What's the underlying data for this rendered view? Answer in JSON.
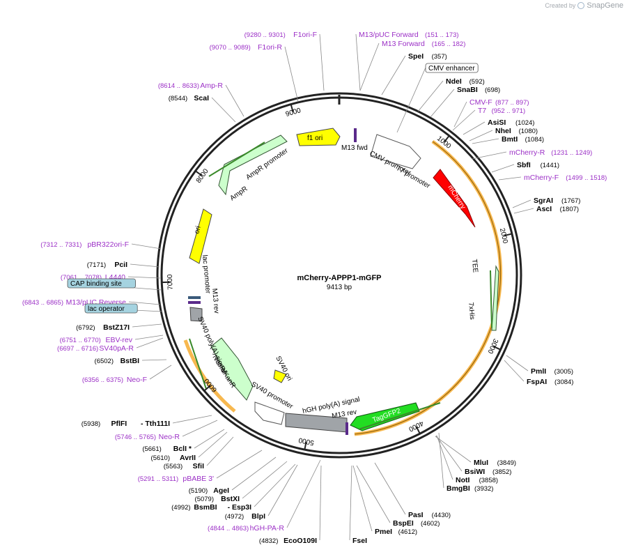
{
  "watermark": {
    "created_by": "Created by",
    "brand": "SnapGene"
  },
  "plasmid": {
    "name": "mCherry-APPP1-mGFP",
    "length": "9413 bp",
    "total_bp": 9413
  },
  "ticks": [
    "1000",
    "2000",
    "3000",
    "4000",
    "5000",
    "6000",
    "7000",
    "8000",
    "9000"
  ],
  "labels": [
    {
      "name": "F1ori-F",
      "range": "(9280 .. 9301)",
      "kind": "primer"
    },
    {
      "name": "F1ori-R",
      "range": "(9070 .. 9089)",
      "kind": "primer"
    },
    {
      "name": "M13/pUC Forward",
      "range": "(151 .. 173)",
      "kind": "primer"
    },
    {
      "name": "M13 Forward",
      "range": "(165 .. 182)",
      "kind": "primer"
    },
    {
      "name": "SpeI",
      "range": "(357)",
      "kind": "site"
    },
    {
      "name": "CMV enhancer",
      "range": "",
      "kind": "feature"
    },
    {
      "name": "NdeI",
      "range": "(592)",
      "kind": "site"
    },
    {
      "name": "SnaBI",
      "range": "(698)",
      "kind": "site"
    },
    {
      "name": "Amp-R",
      "range": "(8614 .. 8633)",
      "kind": "primer"
    },
    {
      "name": "ScaI",
      "range": "(8544)",
      "kind": "site"
    },
    {
      "name": "CMV-F",
      "range": "(877 .. 897)",
      "kind": "primer"
    },
    {
      "name": "T7",
      "range": "(952 .. 971)",
      "kind": "primer"
    },
    {
      "name": "AsiSI",
      "range": "(1024)",
      "kind": "site"
    },
    {
      "name": "NheI",
      "range": "(1080)",
      "kind": "site"
    },
    {
      "name": "BmtI",
      "range": "(1084)",
      "kind": "site"
    },
    {
      "name": "mCherry-R",
      "range": "(1231 .. 1249)",
      "kind": "primer"
    },
    {
      "name": "SbfI",
      "range": "(1441)",
      "kind": "site"
    },
    {
      "name": "mCherry-F",
      "range": "(1499 .. 1518)",
      "kind": "primer"
    },
    {
      "name": "SgrAI",
      "range": "(1767)",
      "kind": "site"
    },
    {
      "name": "AscI",
      "range": "(1807)",
      "kind": "site"
    },
    {
      "name": "pBR322ori-F",
      "range": "(7312 .. 7331)",
      "kind": "primer"
    },
    {
      "name": "PciI",
      "range": "(7171)",
      "kind": "site"
    },
    {
      "name": "L4440",
      "range": "(7061 .. 7078)",
      "kind": "primer"
    },
    {
      "name": "CAP binding site",
      "range": "",
      "kind": "feature-blue"
    },
    {
      "name": "M13/pUC Reverse",
      "range": "(6843 .. 6865)",
      "kind": "primer"
    },
    {
      "name": "lac operator",
      "range": "",
      "kind": "feature-blue"
    },
    {
      "name": "BstZ17I",
      "range": "(6792)",
      "kind": "site"
    },
    {
      "name": "EBV-rev",
      "range": "(6751 .. 6770)",
      "kind": "primer"
    },
    {
      "name": "SV40pA-R",
      "range": "(6697 .. 6716)",
      "kind": "primer"
    },
    {
      "name": "BstBI",
      "range": "(6502)",
      "kind": "site"
    },
    {
      "name": "Neo-F",
      "range": "(6356 .. 6375)",
      "kind": "primer"
    },
    {
      "name": "PmlI",
      "range": "(3005)",
      "kind": "site"
    },
    {
      "name": "FspAI",
      "range": "(3084)",
      "kind": "site"
    },
    {
      "name": "- Tth111I",
      "range": "(5938)",
      "pre": "PflFI",
      "kind": "site"
    },
    {
      "name": "Neo-R",
      "range": "(5746 .. 5765)",
      "kind": "primer"
    },
    {
      "name": "BclI *",
      "range": "(5661)",
      "kind": "site"
    },
    {
      "name": "AvrII",
      "range": "(5610)",
      "kind": "site"
    },
    {
      "name": "SfiI",
      "range": "(5563)",
      "kind": "site"
    },
    {
      "name": "pBABE 3'",
      "range": "(5291 .. 5311)",
      "kind": "primer"
    },
    {
      "name": "AgeI",
      "range": "(5190)",
      "kind": "site"
    },
    {
      "name": "BstXI",
      "range": "(5079)",
      "kind": "site"
    },
    {
      "name": "- Esp3I",
      "range": "(4992)",
      "pre": "BsmBI",
      "kind": "site"
    },
    {
      "name": "BlpI",
      "range": "(4972)",
      "kind": "site"
    },
    {
      "name": "hGH-PA-R",
      "range": "(4844 .. 4863)",
      "kind": "primer"
    },
    {
      "name": "EcoO109I",
      "range": "(4832)",
      "kind": "site"
    },
    {
      "name": "FseI",
      "range": "",
      "kind": "site"
    },
    {
      "name": "PmeI",
      "range": "(4612)",
      "kind": "site"
    },
    {
      "name": "BspEI",
      "range": "(4602)",
      "kind": "site"
    },
    {
      "name": "PasI",
      "range": "(4430)",
      "kind": "site"
    },
    {
      "name": "MluI",
      "range": "(3849)",
      "kind": "site"
    },
    {
      "name": "BsiWI",
      "range": "(3852)",
      "kind": "site"
    },
    {
      "name": "NotI",
      "range": "(3858)",
      "kind": "site"
    },
    {
      "name": "BmgBI",
      "range": "(3932)",
      "kind": "site"
    }
  ],
  "inner_labels": [
    "f1 ori",
    "M13 fwd",
    "CMV promoter",
    "T7 promoter",
    "mCherry",
    "TEE",
    "7xHis",
    "TagGFP2",
    "M13 rev",
    "hGH poly(A) signal",
    "SV40 promoter",
    "SV40 ori",
    "NeoR/KanR",
    "SV40 poly(A) signal",
    "M13 rev",
    "lac promoter",
    "ori",
    "AmpR",
    "AmpR promoter"
  ],
  "colors": {
    "primer": "#9b2fc6",
    "site": "#000000",
    "mcherry": "#ff0000",
    "taggfp2": "#22dd22",
    "f1ori": "#ffff00",
    "ori": "#ffff00",
    "ampr": "#ccffcc",
    "orf": "#f5a623",
    "grey": "#a0a4a8",
    "blue_box": "#a5d3e0"
  }
}
